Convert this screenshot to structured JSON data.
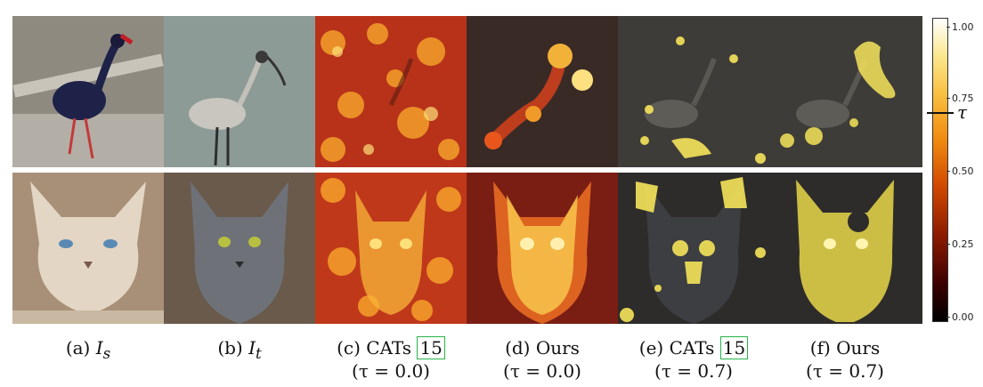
{
  "captions": [
    {
      "label": "(a) ",
      "math": "I",
      "sub": "s",
      "extra": ""
    },
    {
      "label": "(b) ",
      "math": "I",
      "sub": "t",
      "extra": ""
    },
    {
      "label": "(c) CATs ",
      "ref": "15",
      "line2": "(τ = 0.0)"
    },
    {
      "label": "(d) Ours",
      "line2": "(τ = 0.0)"
    },
    {
      "label": "(e) CATs ",
      "ref": "15",
      "line2": "(τ = 0.7)"
    },
    {
      "label": "(f) Ours",
      "line2": "(τ = 0.7)"
    }
  ],
  "colorbar": {
    "ticks": [
      "1.00",
      "0.75",
      "0.50",
      "0.25",
      "0.00"
    ],
    "threshold_symbol": "τ"
  },
  "rows": [
    "bird",
    "cat"
  ],
  "colors": {
    "cmap_low": "#000000",
    "cmap_mid": "#d24a00",
    "cmap_high": "#ffffff",
    "ref_box": "#29b34a"
  }
}
